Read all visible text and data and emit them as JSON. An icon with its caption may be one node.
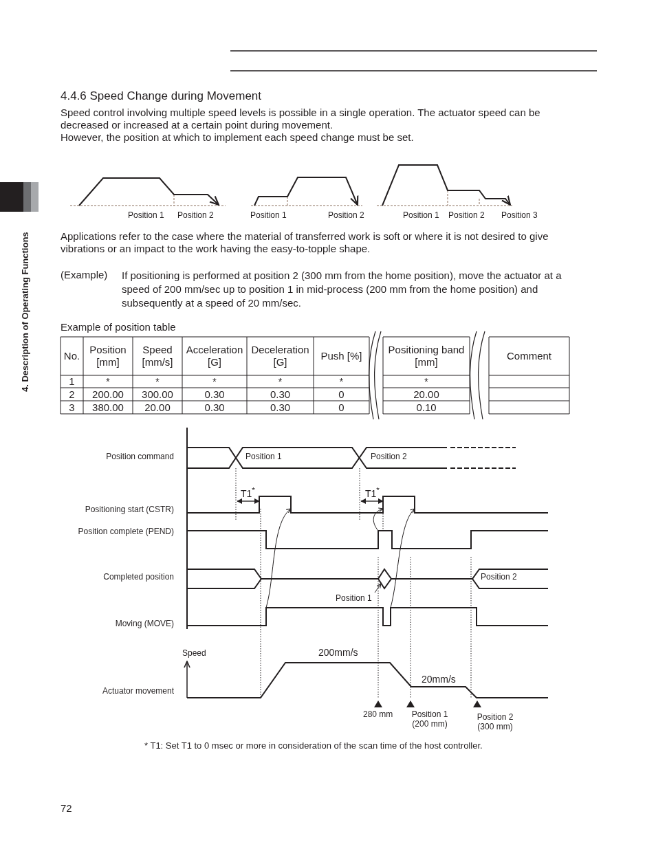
{
  "diagram": {
    "title": "4.4.6 Speed Change during Movement",
    "nodes": [
      {
        "text": [
          "Position 1"
        ]
      },
      {
        "text": [],
        "shape": "diamond"
      }
    ],
    "edges": [
      {
        "from": 0,
        "to": 1,
        "arrow": "to"
      }
    ],
    "labels": [
      "Speed control involving multiple speed levels is possible in a single operation. The actuator speed can be decreased or increased at a certain point during movement.",
      "However, the position at which to implement each speed change must be set.",
      "Position 1",
      "Position 2",
      "Position 1",
      "Position 2",
      "Position 1",
      "Position 2",
      "Position 3",
      "Applications refer to the case where the material of transferred work is soft or where it is not desired to give vibrations or an impact to the work having the easy-to-topple shape.",
      "(Example)",
      "If positioning is performed at position 2 (300 mm from the home position), move the actuator at a speed of 200 mm/sec up to position 1 in mid-process (200 mm from the home position) and subsequently at a speed of 20 mm/sec.",
      "Example of position table",
      "No.",
      "Position [mm]",
      "Speed [mm/s]",
      "Acceleration [G]",
      "Deceleration [G]",
      "Push [%]",
      "Positioning band [mm]",
      "Comment",
      "1",
      "*",
      "*",
      "*",
      "*",
      "*",
      "*",
      "2",
      "200.00",
      "300.00",
      "0.30",
      "0.30",
      "0",
      "20.00",
      "3",
      "380.00",
      "20.00",
      "0.30",
      "0.30",
      "0",
      "0.10",
      "Position command",
      "Position 1",
      "Position 2",
      "T1$^{*}$",
      "T1$^{*}$",
      "Positioning start (CSTR)",
      "Position complete (PEND)",
      "Completed position",
      "Position 2",
      "Moving (MOVE)",
      "Speed",
      "200mm/s",
      "Actuator movement",
      "20mm/s",
      "280 mm",
      "Position 1 (200 mm)",
      "Position 2 (300 mm)",
      "* T1: Set T1 to 0 msec or more in consideration of the scan time of the host controller.",
      "4. Description of Operating Functions",
      "72"
    ]
  }
}
